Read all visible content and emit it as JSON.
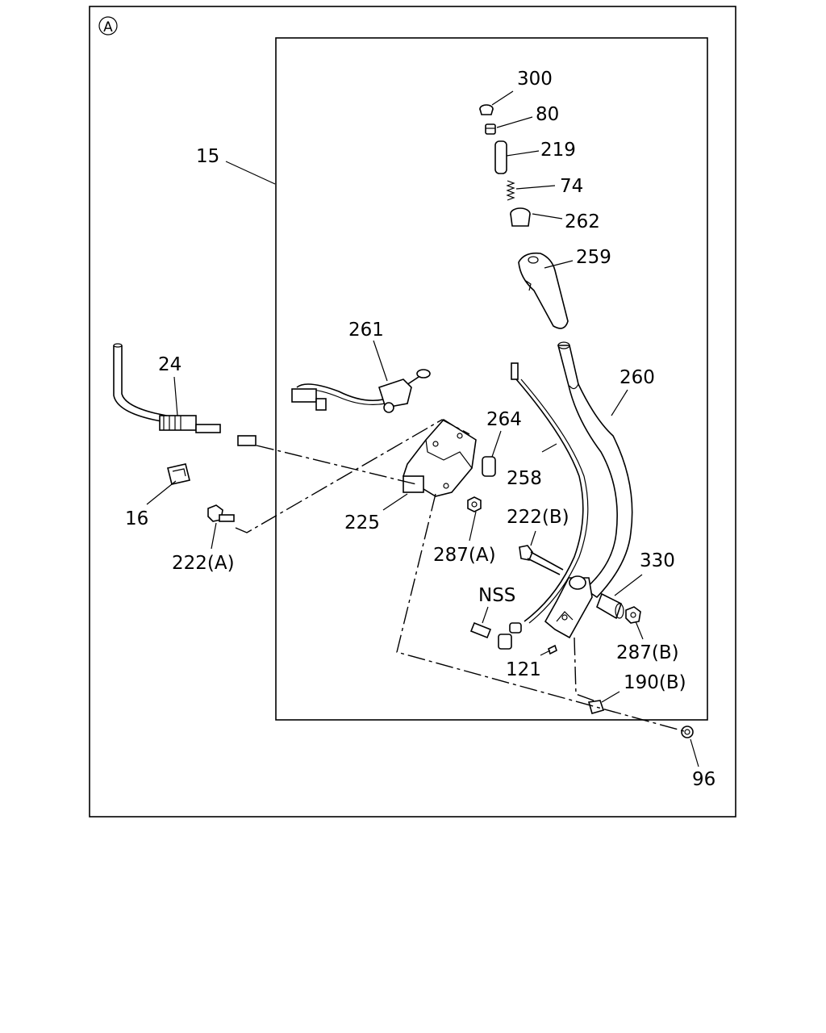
{
  "diagram": {
    "view_marker": "A",
    "callouts": {
      "c300": "300",
      "c80": "80",
      "c219": "219",
      "c74": "74",
      "c262": "262",
      "c259": "259",
      "c15": "15",
      "c261": "261",
      "c24": "24",
      "c260": "260",
      "c264": "264",
      "c258": "258",
      "c16": "16",
      "c225": "225",
      "c222a": "222(A)",
      "c222b": "222(B)",
      "c287a": "287(A)",
      "c330": "330",
      "cnss": "NSS",
      "c287b": "287(B)",
      "c121": "121",
      "c190b": "190(B)",
      "c96": "96"
    }
  }
}
